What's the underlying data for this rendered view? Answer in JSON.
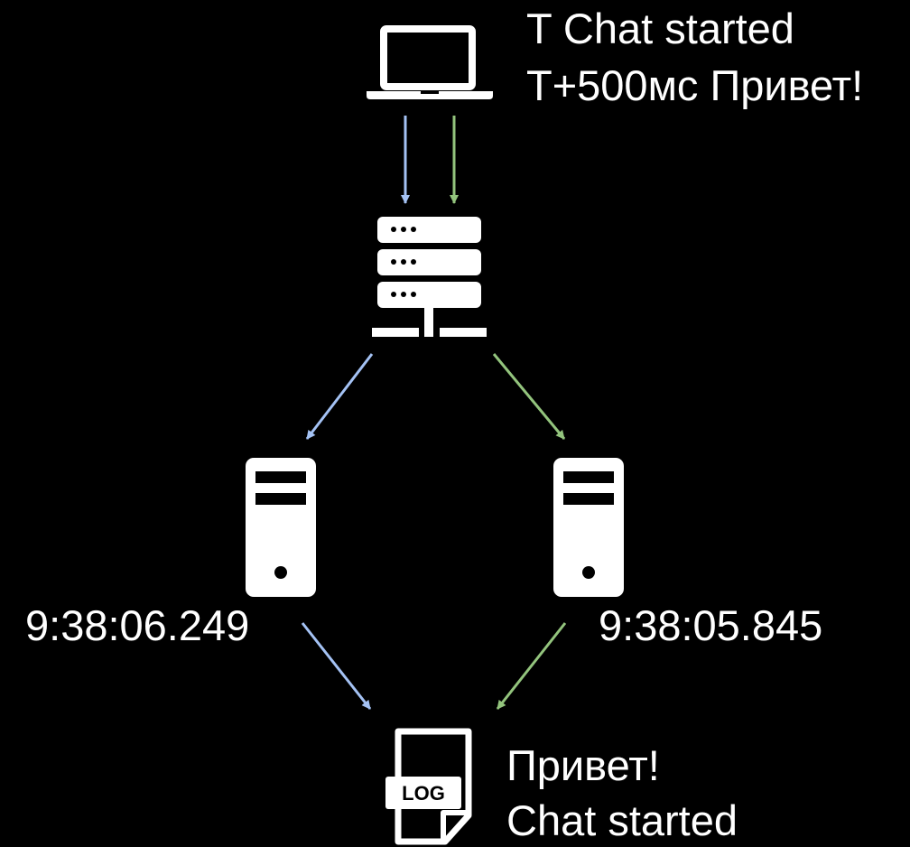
{
  "client_messages": {
    "line1": "T Chat started",
    "line2": "T+500мс Привет!"
  },
  "timestamps": {
    "left_server": "9:38:06.249",
    "right_server": "9:38:05.845"
  },
  "log": {
    "badge": "LOG",
    "line1": "Привет!",
    "line2": "Chat started"
  },
  "icons": {
    "client": "laptop-icon",
    "balancer": "server-rack-icon",
    "left_server": "tower-server-icon",
    "right_server": "tower-server-icon",
    "log": "log-file-icon"
  },
  "colors": {
    "background": "#000000",
    "foreground": "#ffffff",
    "blue_flow": "#a4c2f4",
    "green_flow": "#93c47d"
  }
}
